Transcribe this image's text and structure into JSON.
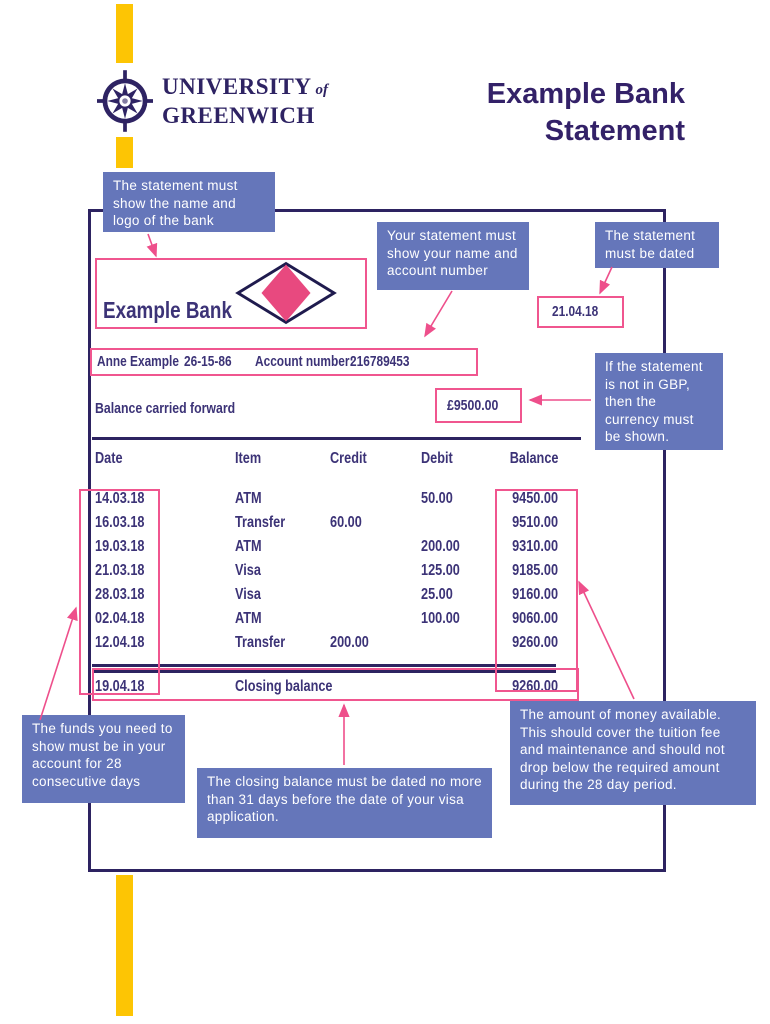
{
  "header": {
    "university": {
      "line1": "UNIVERSITY",
      "of": "of",
      "line2": "GREENWICH"
    },
    "title_line1": "Example Bank",
    "title_line2": "Statement"
  },
  "annotations": {
    "logo_note": "The statement must show the name and logo of the bank",
    "identity_note": "Your statement must show your name and account number",
    "dated_note": "The statement must be dated",
    "currency_note": "If the statement is not in GBP, then the currency must be shown.",
    "funds_note": "The funds you need to show must be in your account for 28 consecutive days",
    "closing_date_note": "The closing balance must be dated no more than 31 days before the date of your visa application.",
    "amount_note": "The amount of money available. This should cover the tuition fee and maintenance and should not drop below the required amount during the 28 day period."
  },
  "statement": {
    "bank_name": "Example Bank",
    "date": "21.04.18",
    "account_holder": "Anne Example",
    "sort_code": "26-15-86",
    "account_number_label": "Account number:",
    "account_number": "216789453",
    "balance_forward_label": "Balance carried forward",
    "balance_forward_amount": "£9500.00",
    "table": {
      "headers": [
        "Date",
        "Item",
        "Credit",
        "Debit",
        "Balance"
      ],
      "rows": [
        {
          "date": "14.03.18",
          "item": "ATM",
          "credit": "",
          "debit": "50.00",
          "balance": "9450.00"
        },
        {
          "date": "16.03.18",
          "item": "Transfer",
          "credit": "60.00",
          "debit": "",
          "balance": "9510.00"
        },
        {
          "date": "19.03.18",
          "item": "ATM",
          "credit": "",
          "debit": "200.00",
          "balance": "9310.00"
        },
        {
          "date": "21.03.18",
          "item": "Visa",
          "credit": "",
          "debit": "125.00",
          "balance": "9185.00"
        },
        {
          "date": "28.03.18",
          "item": "Visa",
          "credit": "",
          "debit": "25.00",
          "balance": "9160.00"
        },
        {
          "date": "02.04.18",
          "item": "ATM",
          "credit": "",
          "debit": "100.00",
          "balance": "9060.00"
        },
        {
          "date": "12.04.18",
          "item": "Transfer",
          "credit": "200.00",
          "debit": "",
          "balance": "9260.00"
        }
      ],
      "closing_row": {
        "date": "19.04.18",
        "label": "Closing balance",
        "balance": "9260.00"
      }
    }
  },
  "colors": {
    "indigo": "#2d2361",
    "statement_text": "#3c3377",
    "annotation_blue": "#6576ba",
    "pink": "#f0568f",
    "yellow": "#fdc504"
  }
}
